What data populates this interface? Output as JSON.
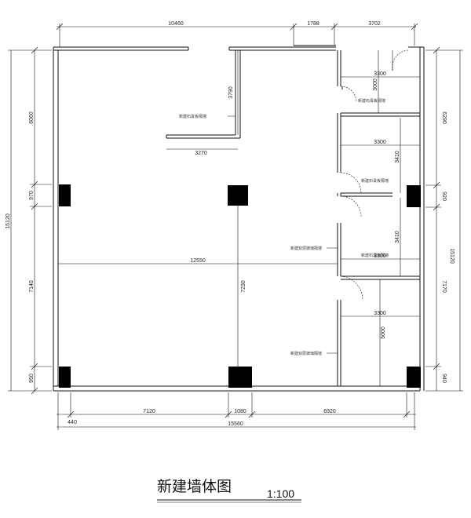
{
  "title": "新建墙体图",
  "scale": "1:100",
  "colors": {
    "line": "#111111",
    "column": "#000000",
    "background": "#ffffff"
  },
  "dimensions": {
    "top_1": "10460",
    "top_2": "1788",
    "top_3": "3702",
    "left_total": "15120",
    "left_1": "6060",
    "left_2": "970",
    "left_3": "7140",
    "left_4": "950",
    "right_total_outer": "15120",
    "right_1": "6290",
    "right_2": "920",
    "right_3": "7170",
    "right_4": "940",
    "bottom_total": "15560",
    "bottom_1": "440",
    "bottom_2": "7120",
    "bottom_3": "1080",
    "bottom_4": "6920",
    "interior_span": "12550",
    "interior_height": "7230",
    "wall_height": "3790",
    "wall_length": "3270",
    "room_width_1": "3300",
    "room_width_2": "3300",
    "room_width_3": "3300",
    "room_width_4": "3300",
    "room_height_1": "3000",
    "room_height_2": "3410",
    "room_height_3": "3410",
    "room_height_4": "5000"
  },
  "notes": {
    "gypsum_wall_1": "新建石膏板隔墙",
    "gypsum_wall_2": "新建石膏板隔墙",
    "gypsum_wall_3": "新建石膏板隔墙",
    "gypsum_wall_4": "新建石膏板隔墙",
    "glass_wall_1": "新建双层玻璃隔墙",
    "glass_wall_2": "新建双层玻璃隔墙"
  }
}
